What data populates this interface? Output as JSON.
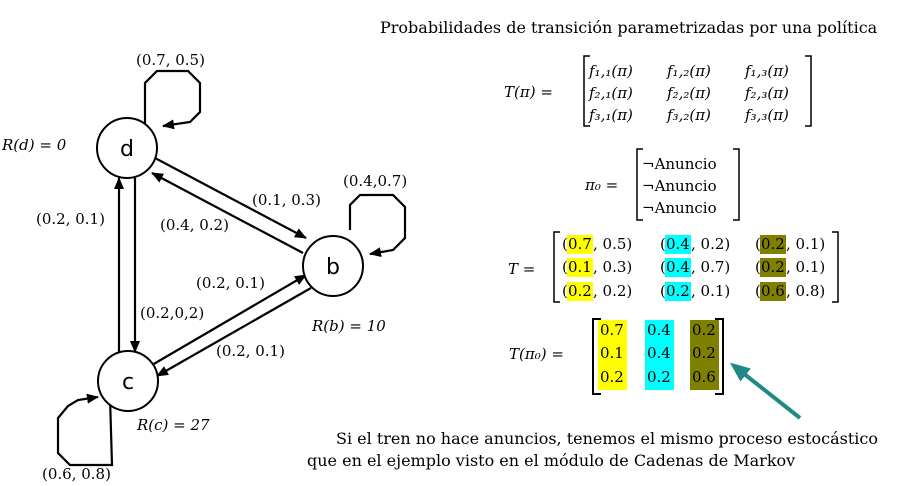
{
  "title": "Probabilidades de transición parametrizadas por una política",
  "graph": {
    "nodes": {
      "d": "d",
      "b": "b",
      "c": "c"
    },
    "rewards": {
      "d": "R(d) = 0",
      "b": "R(b) = 10",
      "c": "R(c) = 27"
    },
    "edges": {
      "self_d": "(0.7, 0.5)",
      "self_b": "(0.4,0.7)",
      "self_c": "(0.6, 0.8)",
      "d_to_b": "(0.1, 0.3)",
      "b_to_d": "(0.4, 0.2)",
      "c_to_d": "(0.2, 0.1)",
      "d_to_c": "(0.2,0,2)",
      "c_to_b": "(0.2, 0.1)",
      "b_to_c": "(0.2, 0.1)"
    }
  },
  "eq_T_pi": {
    "lhs": "T(π) =",
    "rows": [
      [
        "f₁,₁(π)",
        "f₁,₂(π)",
        "f₁,₃(π)"
      ],
      [
        "f₂,₁(π)",
        "f₂,₂(π)",
        "f₂,₃(π)"
      ],
      [
        "f₃,₁(π)",
        "f₃,₂(π)",
        "f₃,₃(π)"
      ]
    ]
  },
  "eq_pi0": {
    "lhs": "π₀ =",
    "rows": [
      "¬Anuncio",
      "¬Anuncio",
      "¬Anuncio"
    ]
  },
  "eq_T": {
    "lhs": "T =",
    "rows": [
      [
        [
          "0.7",
          "0.5"
        ],
        [
          "0.4",
          "0.2"
        ],
        [
          "0.2",
          "0.1"
        ]
      ],
      [
        [
          "0.1",
          "0.3"
        ],
        [
          "0.4",
          "0.7"
        ],
        [
          "0.2",
          "0.1"
        ]
      ],
      [
        [
          "0.2",
          "0.2"
        ],
        [
          "0.2",
          "0.1"
        ],
        [
          "0.6",
          "0.8"
        ]
      ]
    ]
  },
  "eq_T_pi0": {
    "lhs": "T(π₀) =",
    "rows": [
      [
        "0.7",
        "0.4",
        "0.2"
      ],
      [
        "0.1",
        "0.4",
        "0.2"
      ],
      [
        "0.2",
        "0.2",
        "0.6"
      ]
    ]
  },
  "colors": {
    "col1": "#ffff00",
    "col2": "#00ffff",
    "col3": "#808000",
    "arrow": "#1f8a84"
  },
  "note": {
    "line1": "Si el tren no hace anuncios, tenemos el mismo proceso estocástico",
    "line2": "que en el ejemplo visto en el módulo de Cadenas de Markov"
  }
}
